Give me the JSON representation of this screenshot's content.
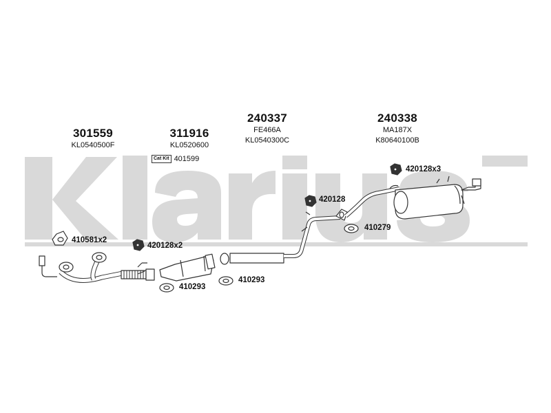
{
  "watermark": {
    "text": "Klarius",
    "color": "#d9d9d9"
  },
  "parts": [
    {
      "number": "301559",
      "codes": [
        "KL0540500F"
      ]
    },
    {
      "number": "311916",
      "codes": [
        "KL0520600"
      ]
    },
    {
      "number": "240337",
      "codes": [
        "FE466A",
        "KL0540300C"
      ]
    },
    {
      "number": "240338",
      "codes": [
        "MA187X",
        "K80640100B"
      ]
    }
  ],
  "cat_kit": {
    "badge": "Cat Kit",
    "number": "401599"
  },
  "fittings": [
    {
      "id": "f1",
      "label": "410581x2",
      "icon": "flange-gasket-icon"
    },
    {
      "id": "f2",
      "label": "420128x2",
      "icon": "rubber-mount-icon"
    },
    {
      "id": "f3",
      "label": "410293",
      "icon": "ring-gasket-icon"
    },
    {
      "id": "f4",
      "label": "410293",
      "icon": "ring-gasket-icon"
    },
    {
      "id": "f5",
      "label": "420128",
      "icon": "rubber-mount-icon"
    },
    {
      "id": "f6",
      "label": "410279",
      "icon": "ring-gasket-icon"
    },
    {
      "id": "f7",
      "label": "420128x3",
      "icon": "rubber-mount-icon"
    }
  ],
  "colors": {
    "line": "#333333",
    "fill": "#ffffff",
    "shade": "#cccccc"
  }
}
